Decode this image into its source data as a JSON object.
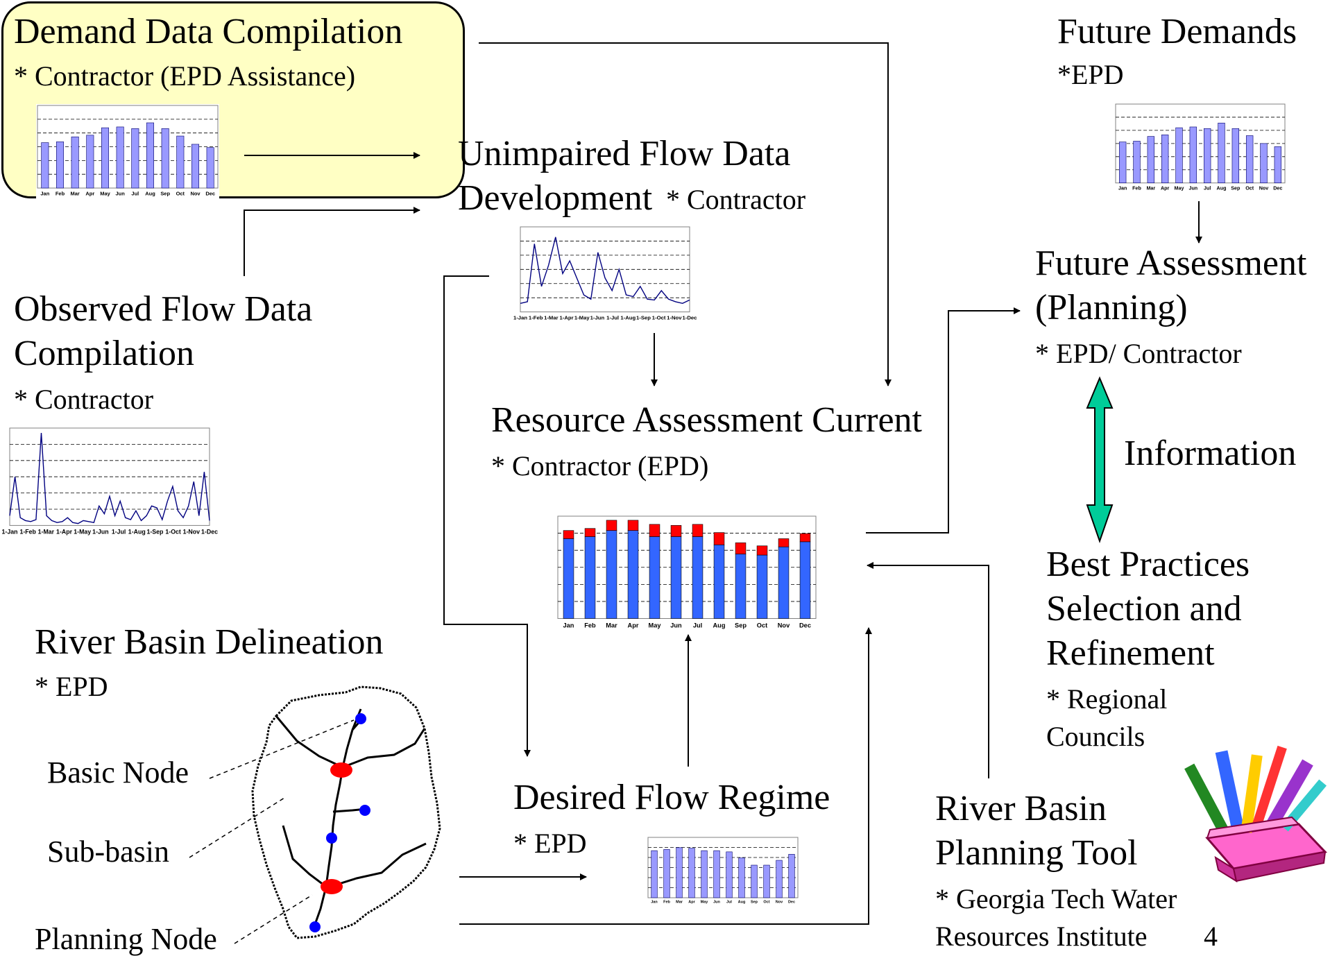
{
  "demand": {
    "title": "Demand Data Compilation",
    "sub": "* Contractor (EPD Assistance)"
  },
  "unimpaired": {
    "title_line1": "Unimpaired Flow Data",
    "title_line2": "Development",
    "sub": "* Contractor"
  },
  "observed": {
    "title_line1": "Observed Flow Data",
    "title_line2": "Compilation",
    "sub": "* Contractor"
  },
  "resource": {
    "title": "Resource Assessment Current",
    "sub": "* Contractor  (EPD)"
  },
  "future_demands": {
    "title": "Future Demands",
    "sub": "*EPD"
  },
  "future_assessment": {
    "title_line1": "Future Assessment",
    "title_line2": "(Planning)",
    "sub": "* EPD/ Contractor"
  },
  "information": {
    "label": "Information"
  },
  "best_practices": {
    "title_line1": "Best Practices",
    "title_line2": "Selection and",
    "title_line3": "Refinement",
    "sub_line1": "* Regional",
    "sub_line2": "Councils"
  },
  "river_basin_delineation": {
    "title": "River Basin Delineation",
    "sub": "* EPD"
  },
  "map_labels": {
    "basic_node": "Basic Node",
    "sub_basin": "Sub-basin",
    "planning_node": "Planning Node"
  },
  "desired_flow": {
    "title": "Desired Flow Regime",
    "sub": "* EPD"
  },
  "planning_tool": {
    "title_line1": "River Basin",
    "title_line2": "Planning Tool",
    "sub_line1": "* Georgia Tech Water",
    "sub_line2": "Resources Institute"
  },
  "page_number": "4",
  "colors": {
    "highlight": "#ffffc4",
    "bar_light": "#9999ff",
    "bar_blue": "#3366ff",
    "bar_red": "#ff0000",
    "line_navy": "#000080",
    "info_arrow": "#00cc99",
    "node_blue": "#0000ff",
    "node_red": "#ff0000"
  },
  "chart_data": [
    {
      "id": "demand",
      "type": "bar",
      "categories": [
        "Jan",
        "Feb",
        "Mar",
        "Apr",
        "May",
        "Jun",
        "Jul",
        "Aug",
        "Sep",
        "Oct",
        "Nov",
        "Dec"
      ],
      "values": [
        55,
        56,
        62,
        64,
        73,
        74,
        72,
        79,
        72,
        63,
        53,
        49
      ],
      "ylim": [
        0,
        100
      ],
      "grid": true
    },
    {
      "id": "future_demands",
      "type": "bar",
      "categories": [
        "Jan",
        "Feb",
        "Mar",
        "Apr",
        "May",
        "Jun",
        "Jul",
        "Aug",
        "Sep",
        "Oct",
        "Nov",
        "Dec"
      ],
      "values": [
        52,
        53,
        59,
        61,
        70,
        71,
        69,
        76,
        69,
        60,
        50,
        46
      ],
      "ylim": [
        0,
        100
      ],
      "grid": true
    },
    {
      "id": "unimpaired",
      "type": "line",
      "x_ticks": [
        "1-Jan",
        "1-Feb",
        "1-Mar",
        "1-Apr",
        "1-May",
        "1-Jun",
        "1-Jul",
        "1-Aug",
        "1-Sep",
        "1-Oct",
        "1-Nov",
        "1-Dec"
      ],
      "values": [
        10,
        12,
        80,
        30,
        55,
        88,
        45,
        60,
        40,
        20,
        15,
        70,
        40,
        25,
        50,
        20,
        18,
        30,
        15,
        14,
        25,
        15,
        12,
        10,
        14
      ],
      "ylim": [
        0,
        100
      ],
      "grid": true
    },
    {
      "id": "observed",
      "type": "line",
      "x_ticks": [
        "1-Jan",
        "1-Feb",
        "1-Mar",
        "1-Apr",
        "1-May",
        "1-Jun",
        "1-Jul",
        "1-Aug",
        "1-Sep",
        "1-Oct",
        "1-Nov",
        "1-Dec"
      ],
      "values": [
        10,
        50,
        8,
        5,
        4,
        6,
        95,
        10,
        5,
        3,
        4,
        8,
        3,
        2,
        5,
        4,
        3,
        20,
        12,
        30,
        10,
        25,
        8,
        6,
        15,
        5,
        10,
        20,
        18,
        6,
        25,
        40,
        15,
        8,
        20,
        45,
        10,
        55,
        5
      ],
      "ylim": [
        0,
        100
      ],
      "grid": true
    },
    {
      "id": "resource_current",
      "type": "bar",
      "categories": [
        "Jan",
        "Feb",
        "Mar",
        "Apr",
        "May",
        "Jun",
        "Jul",
        "Aug",
        "Sep",
        "Oct",
        "Nov",
        "Dec"
      ],
      "series": [
        {
          "values": [
            78,
            80,
            86,
            86,
            80,
            80,
            80,
            72,
            63,
            62,
            70,
            75
          ]
        },
        {
          "values": [
            8,
            8,
            10,
            10,
            12,
            11,
            12,
            12,
            11,
            9,
            8,
            8
          ]
        }
      ],
      "ylim": [
        0,
        100
      ],
      "grid": true,
      "stacked": true
    },
    {
      "id": "desired_flow",
      "type": "bar",
      "categories": [
        "Jan",
        "Feb",
        "Mar",
        "Apr",
        "May",
        "Jun",
        "Jul",
        "Aug",
        "Sep",
        "Oct",
        "Nov",
        "Dec"
      ],
      "values": [
        78,
        80,
        83,
        82,
        78,
        78,
        76,
        66,
        54,
        54,
        62,
        72
      ],
      "ylim": [
        0,
        100
      ],
      "grid": true
    }
  ]
}
